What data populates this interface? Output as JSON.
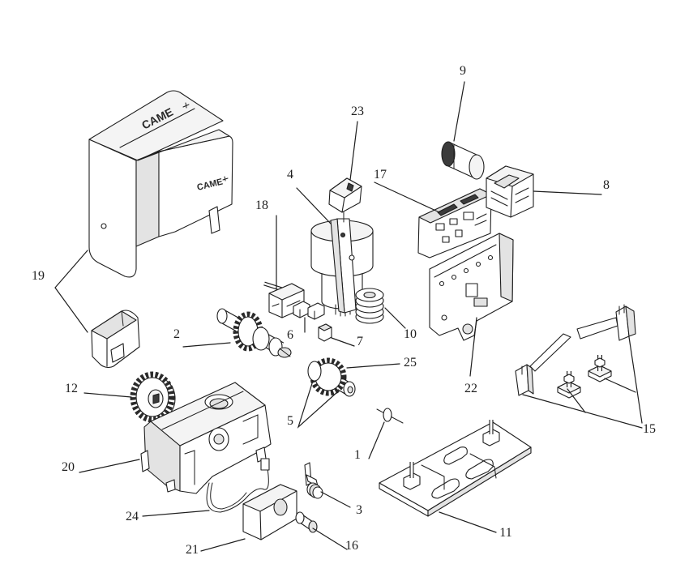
{
  "callouts": {
    "n1": "1",
    "n2": "2",
    "n3": "3",
    "n4": "4",
    "n5": "5",
    "n6": "6",
    "n7": "7",
    "n8": "8",
    "n9": "9",
    "n10": "10",
    "n11": "11",
    "n12": "12",
    "n15": "15",
    "n16": "16",
    "n17": "17",
    "n18": "18",
    "n19": "19",
    "n20": "20",
    "n21": "21",
    "n22": "22",
    "n23": "23",
    "n24": "24",
    "n25": "25"
  },
  "logos": {
    "cover_top": "CAME",
    "cover_side": "CAME"
  }
}
